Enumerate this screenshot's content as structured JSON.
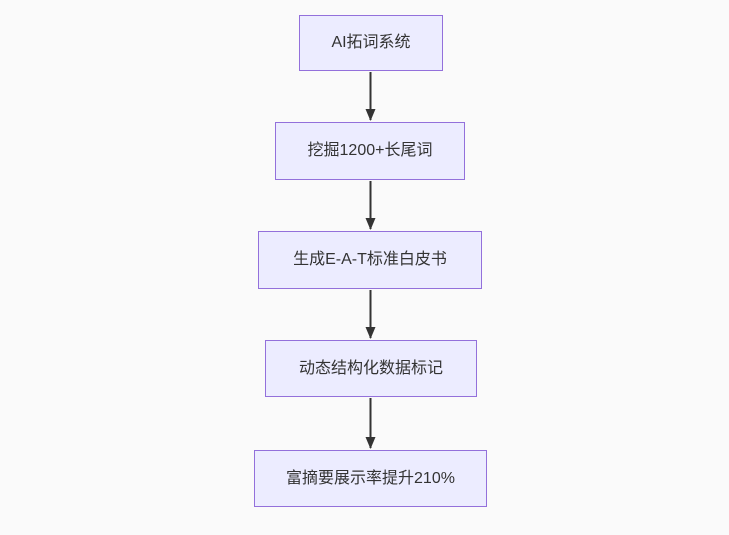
{
  "page": {
    "background_color": "#fafafa"
  },
  "flowchart": {
    "type": "flowchart",
    "direction": "top-down",
    "style": {
      "node_fill": "#ECECFF",
      "node_border": "#9370DB",
      "node_text_color": "#333333",
      "arrow_color": "#333333"
    },
    "nodes": [
      {
        "id": "A",
        "label": "AI拓词系统"
      },
      {
        "id": "B",
        "label": "挖掘1200+长尾词"
      },
      {
        "id": "C",
        "label": "生成E-A-T标准白皮书"
      },
      {
        "id": "D",
        "label": "动态结构化数据标记"
      },
      {
        "id": "E",
        "label": "富摘要展示率提升210%"
      }
    ],
    "edges": [
      {
        "from": "A",
        "to": "B"
      },
      {
        "from": "B",
        "to": "C"
      },
      {
        "from": "C",
        "to": "D"
      },
      {
        "from": "D",
        "to": "E"
      }
    ]
  }
}
